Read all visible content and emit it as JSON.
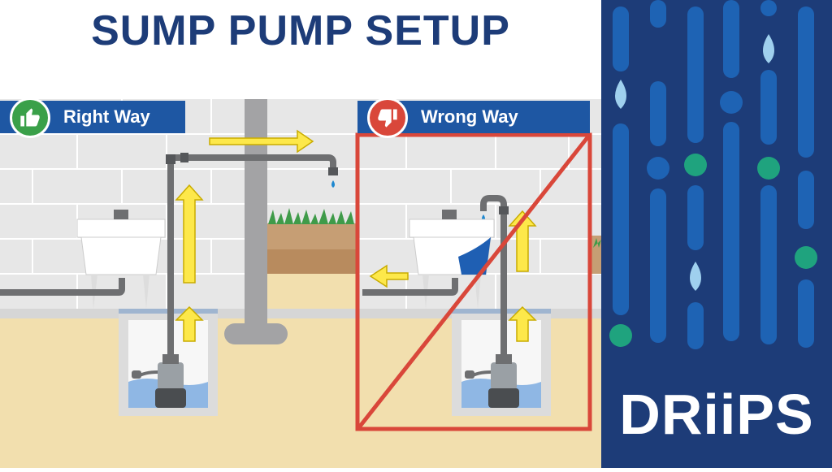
{
  "title": "SUMP PUMP SETUP",
  "right_way": {
    "label": "Right Way",
    "icon": "thumbs-up-icon",
    "color": "#3aa049"
  },
  "wrong_way": {
    "label": "Wrong Way",
    "icon": "thumbs-down-icon",
    "color": "#d9473a"
  },
  "brand": {
    "name": "DRiiPS",
    "panel_color": "#1d3c78"
  },
  "colors": {
    "title": "#1d3c78",
    "banner": "#1e57a3",
    "pipe": "#6e6f71",
    "arrow": "#fde84a",
    "wall": "#e6e6e6",
    "ground": "#f2dfae",
    "water": "#8fb7e4",
    "wrong_frame": "#d9473a"
  }
}
